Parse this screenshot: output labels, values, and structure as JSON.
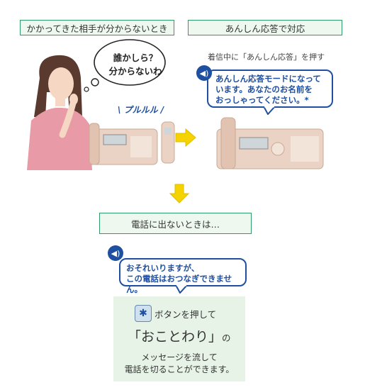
{
  "steps": {
    "left_label": "かかってきた相手が分からないとき",
    "right_label": "あんしん応答で対応",
    "thought_line1": "誰かしら？",
    "thought_line2": "分からないわ",
    "ring_text": "プルルル",
    "instruction": "着信中に「あんしん応答」を押す",
    "anshin_line1": "あんしん応答モードになって",
    "anshin_line2": "います。あなたのお名前を",
    "anshin_line3": "おっしゃってください。*",
    "no_answer_label": "電話に出ないときは…",
    "decline_line1": "おそれいりますが、",
    "decline_line2": "この電話はおつなぎできません。",
    "button_text": "ボタンを押して",
    "refusal_text": "「おことわり」",
    "refusal_suffix": "の",
    "message_line1": "メッセージを流して",
    "message_line2": "電話を切ることができます。"
  },
  "colors": {
    "label_border": "#2f9a6a",
    "label_bg": "#eef8ee",
    "speech_blue": "#1f4fa0",
    "arrow_yellow": "#f5d300",
    "panel_green": "#e6f3e6",
    "phone_pink": "#e8c9b7"
  },
  "icons": {
    "speaker": "speaker-icon",
    "button": "keypad-button-icon"
  }
}
